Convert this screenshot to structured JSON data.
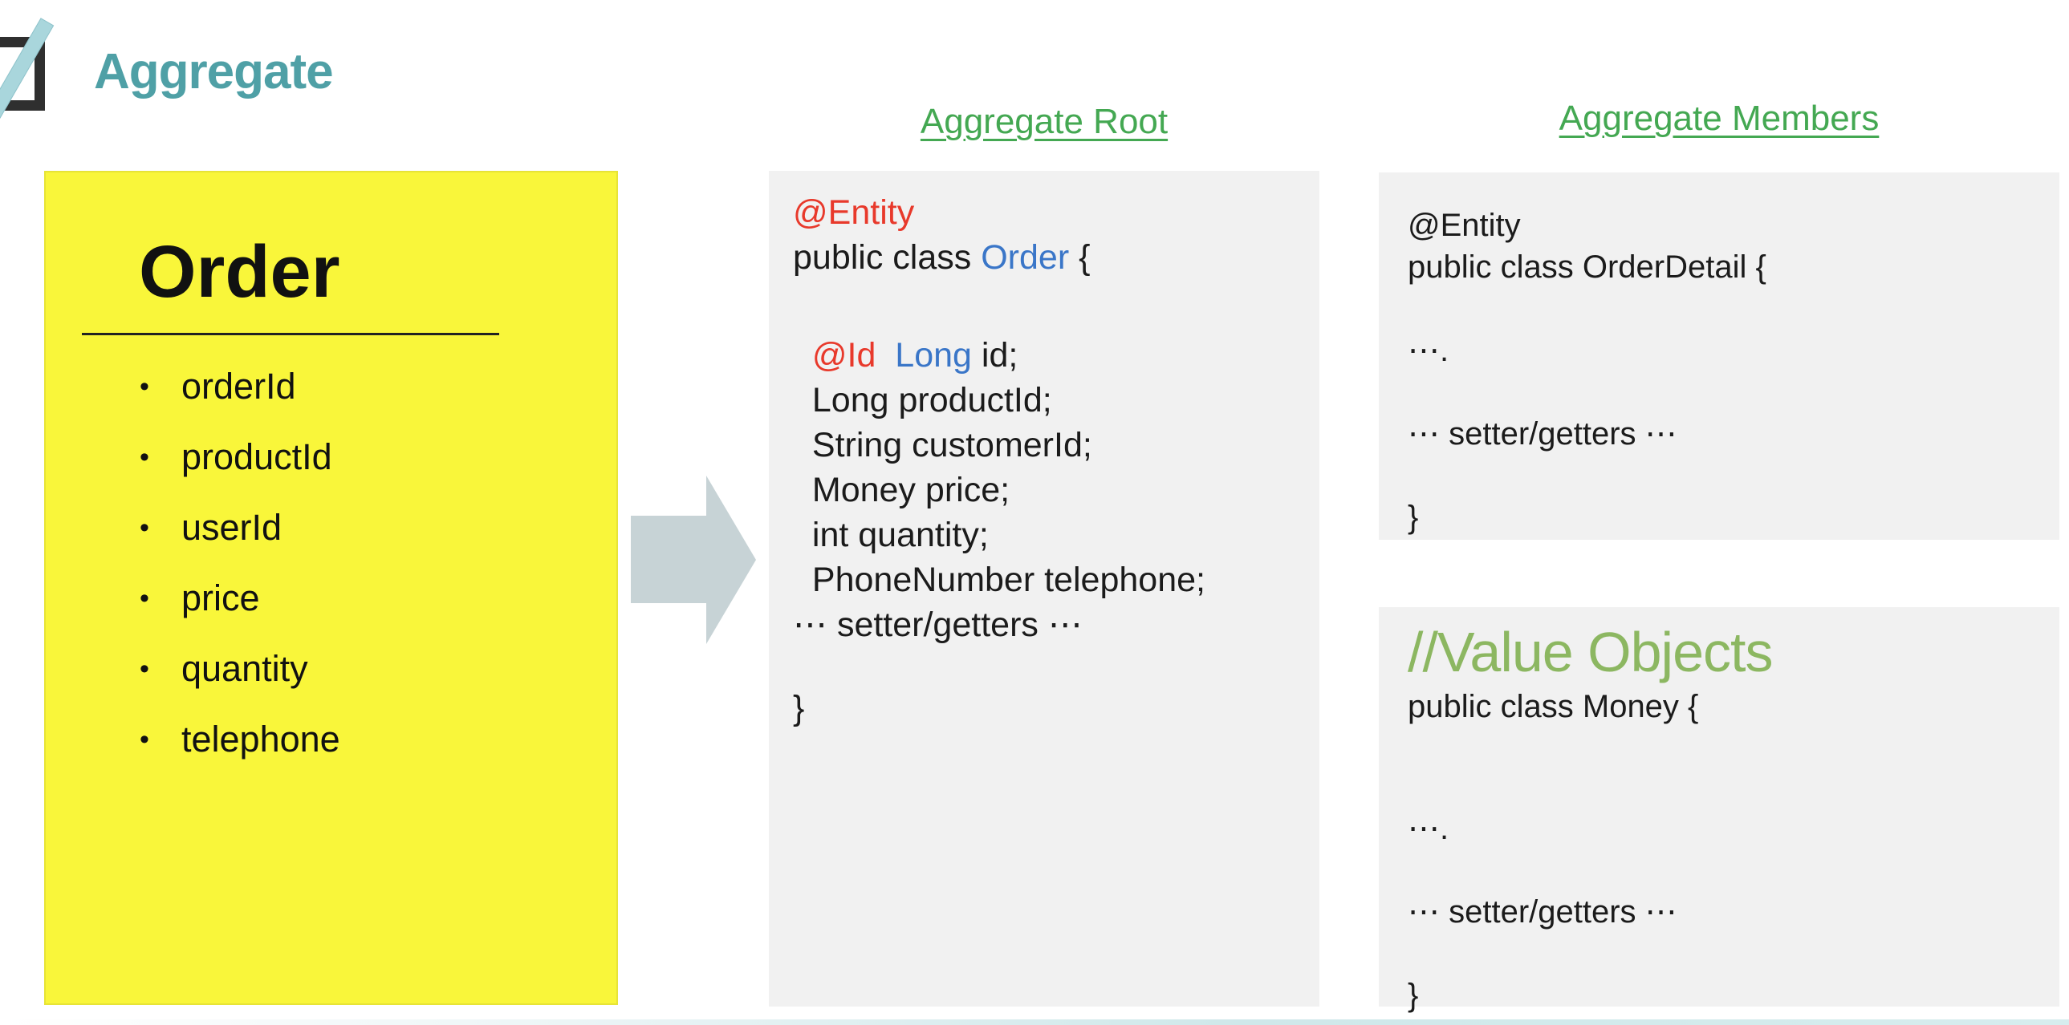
{
  "colors": {
    "ink": "#1b1b1b",
    "red": "#E8392B",
    "blue": "#3A76C8",
    "green_heading": "#44A852",
    "green_comment": "#8CB761",
    "teal_title": "#4FA0A6",
    "card_yellow": "#F9F63A",
    "panel_gray": "#F1F1F1",
    "arrow_gray": "#C7D3D6"
  },
  "header": {
    "title": "Aggregate"
  },
  "order_card": {
    "title": "Order",
    "items": [
      "orderId",
      "productId",
      "userId",
      "price",
      "quantity",
      "telephone"
    ]
  },
  "aggregate_root": {
    "heading": "Aggregate Root",
    "code": [
      {
        "tokens": [
          {
            "t": "@Entity",
            "c": "red"
          }
        ]
      },
      {
        "tokens": [
          {
            "t": "public class ",
            "c": "ink"
          },
          {
            "t": "Order",
            "c": "blue"
          },
          {
            "t": " {",
            "c": "ink"
          }
        ]
      },
      {
        "gap": 66
      },
      {
        "tokens": [
          {
            "t": "  @Id",
            "c": "red"
          },
          {
            "t": "  Long",
            "c": "blue"
          },
          {
            "t": " id;",
            "c": "ink"
          }
        ]
      },
      {
        "tokens": [
          {
            "t": "  Long productId;",
            "c": "ink"
          }
        ]
      },
      {
        "tokens": [
          {
            "t": "  String customerId;",
            "c": "ink"
          }
        ]
      },
      {
        "tokens": [
          {
            "t": "  Money price;",
            "c": "ink"
          }
        ]
      },
      {
        "tokens": [
          {
            "t": "  int quantity;",
            "c": "ink"
          }
        ]
      },
      {
        "tokens": [
          {
            "t": "  PhoneNumber telephone;",
            "c": "ink"
          }
        ]
      },
      {
        "tokens": [
          {
            "t": "⋯ setter/getters ⋯",
            "c": "ink"
          }
        ]
      },
      {
        "gap": 48
      },
      {
        "tokens": [
          {
            "t": "}",
            "c": "ink"
          }
        ]
      }
    ]
  },
  "aggregate_members": {
    "heading": "Aggregate Members",
    "entity_code": [
      {
        "tokens": [
          {
            "t": "@Entity",
            "c": "ink"
          }
        ]
      },
      {
        "tokens": [
          {
            "t": "public class OrderDetail {",
            "c": "ink"
          }
        ]
      },
      {
        "gap": 52
      },
      {
        "tokens": [
          {
            "t": "⋯.",
            "c": "ink"
          }
        ]
      },
      {
        "gap": 52
      },
      {
        "tokens": [
          {
            "t": "⋯ setter/getters ⋯",
            "c": "ink"
          }
        ]
      },
      {
        "gap": 52
      },
      {
        "tokens": [
          {
            "t": "}",
            "c": "ink"
          }
        ]
      }
    ],
    "value_objects": {
      "title": "//Value Objects",
      "code": [
        {
          "tokens": [
            {
              "t": "public class Money {",
              "c": "ink"
            }
          ]
        },
        {
          "gap": 100
        },
        {
          "tokens": [
            {
              "t": "⋯.",
              "c": "ink"
            }
          ]
        },
        {
          "gap": 52
        },
        {
          "tokens": [
            {
              "t": "⋯ setter/getters ⋯",
              "c": "ink"
            }
          ]
        },
        {
          "gap": 52
        },
        {
          "tokens": [
            {
              "t": "}",
              "c": "ink"
            }
          ]
        }
      ]
    }
  }
}
